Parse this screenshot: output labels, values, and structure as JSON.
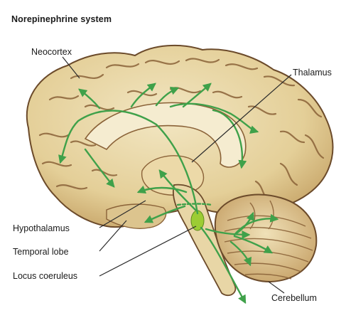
{
  "title": "Norepinephrine system",
  "labels": {
    "neocortex": "Neocortex",
    "thalamus": "Thalamus",
    "hypothalamus": "Hypothalamus",
    "temporal_lobe": "Temporal lobe",
    "locus_coeruleus": "Locus coeruleus",
    "cerebellum": "Cerebellum"
  },
  "colors": {
    "pathway": "#3fa14a",
    "locus": "#9ccc34",
    "cortex_fill": "#e8d7a8",
    "cortex_shade": "#cfb27a",
    "outline": "#6b4a2a",
    "leader": "#2b2b2b"
  }
}
